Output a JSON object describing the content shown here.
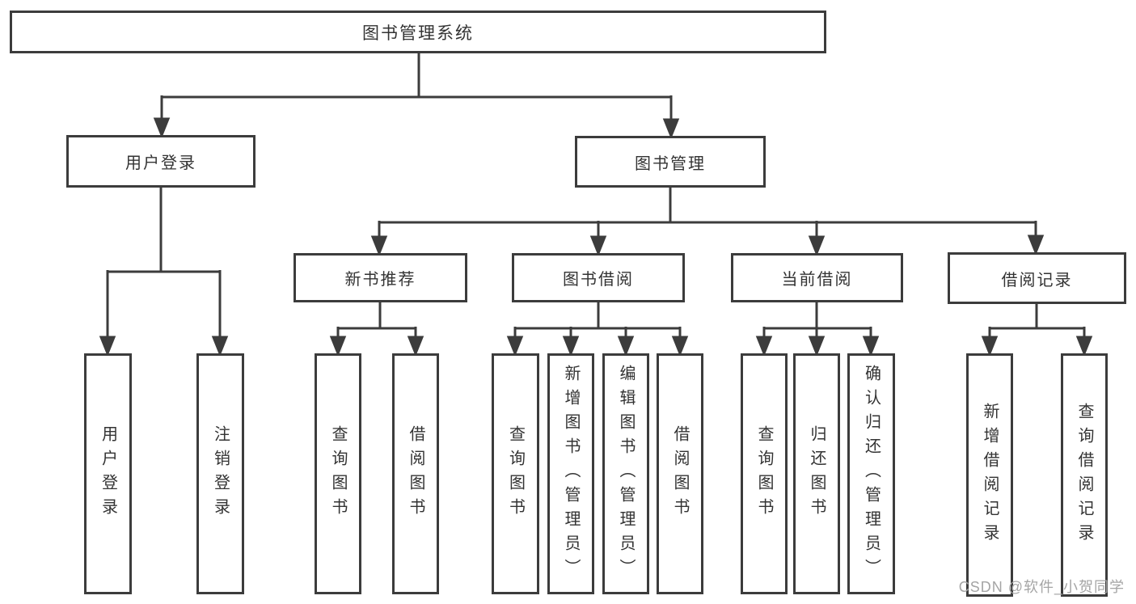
{
  "diagram_title": "图书管理系统",
  "nodes": {
    "root": {
      "label": "图书管理系统"
    },
    "user_login": {
      "label": "用户登录"
    },
    "book_mgmt": {
      "label": "图书管理"
    },
    "new_book_rec": {
      "label": "新书推荐"
    },
    "book_borrow": {
      "label": "图书借阅"
    },
    "current_borrow": {
      "label": "当前借阅"
    },
    "borrow_records": {
      "label": "借阅记录"
    },
    "leaf_user_login": {
      "label": "用户登录"
    },
    "leaf_logout": {
      "label": "注销登录"
    },
    "leaf_nbr_query": {
      "label": "查询图书"
    },
    "leaf_nbr_borrow": {
      "label": "借阅图书"
    },
    "leaf_bb_query": {
      "label": "查询图书"
    },
    "leaf_bb_add": {
      "label": "新增图书（管理员）"
    },
    "leaf_bb_edit": {
      "label": "编辑图书（管理员）"
    },
    "leaf_bb_borrow": {
      "label": "借阅图书"
    },
    "leaf_cb_query": {
      "label": "查询图书"
    },
    "leaf_cb_return": {
      "label": "归还图书"
    },
    "leaf_cb_confirm": {
      "label": "确认归还（管理员）"
    },
    "leaf_br_add": {
      "label": "新增借阅记录"
    },
    "leaf_br_query": {
      "label": "查询借阅记录"
    }
  },
  "watermark": {
    "text": "CSDN @软件_小贺同学"
  },
  "colors": {
    "line": "#3c3c3c",
    "text": "#333333",
    "background": "#ffffff",
    "watermark": "#a5a5a5"
  }
}
